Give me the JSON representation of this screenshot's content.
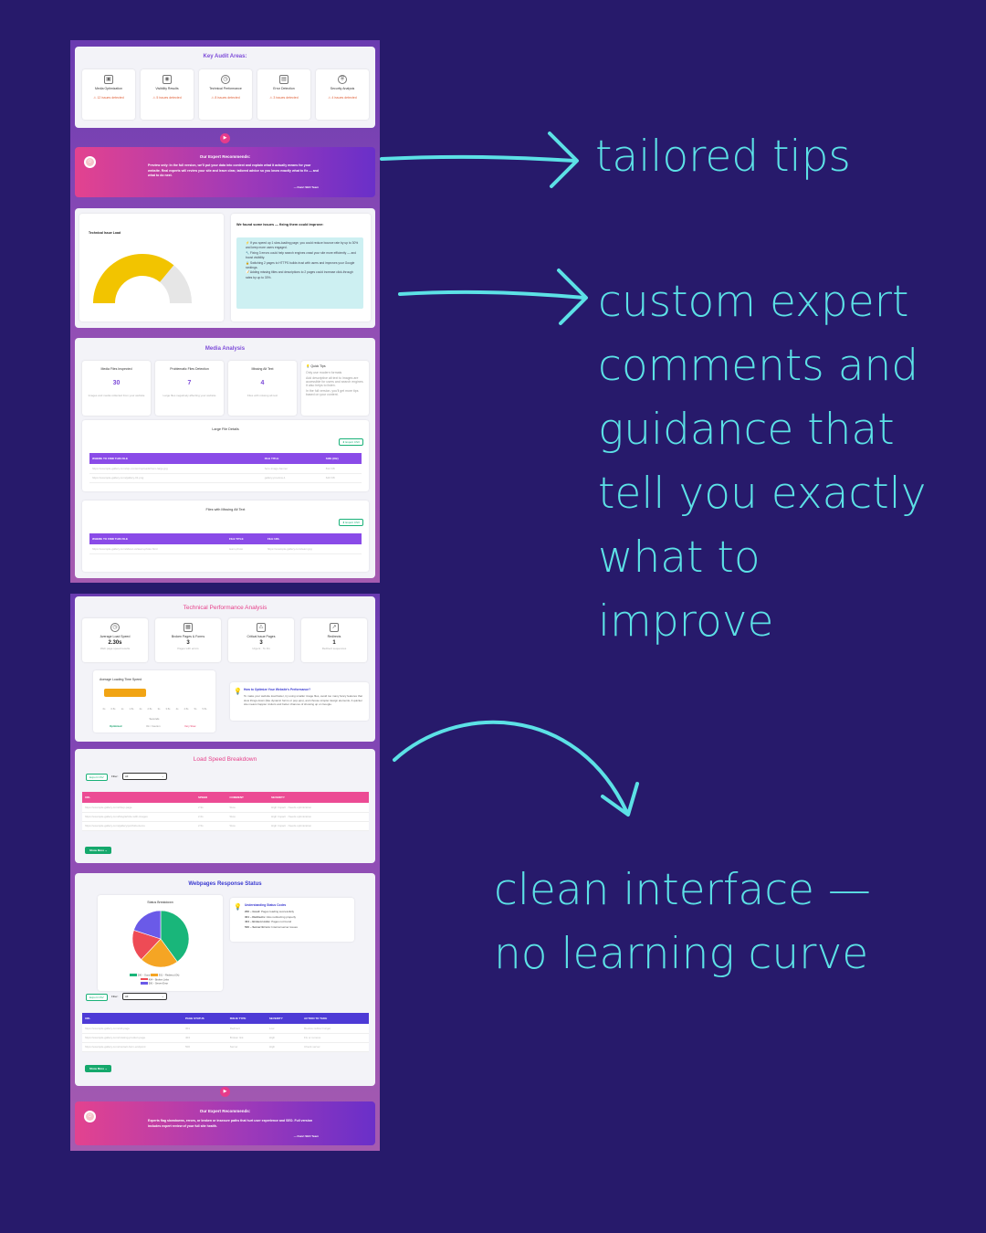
{
  "captions": {
    "tips": "tailored tips",
    "custom": [
      "custom expert",
      "comments and",
      "guidance that",
      "tell you exactly",
      "what to",
      "improve"
    ],
    "clean": [
      "clean interface —",
      "no learning curve"
    ]
  },
  "colors": {
    "background": "#271a6b",
    "caption": "#5ce1e6",
    "accent_purple": "#7d4bd8",
    "accent_pink": "#e6408a"
  },
  "audit": {
    "title": "Key Audit Areas:",
    "items": [
      {
        "icon": "image-icon",
        "label": "Media Optimization",
        "warn": "⚠ 12 issues detected"
      },
      {
        "icon": "eye-icon",
        "label": "Visibility Results",
        "warn": "⚠ 5 issues detected"
      },
      {
        "icon": "gauge-icon",
        "label": "Technical Performance",
        "warn": "⚠ 8 issues detected"
      },
      {
        "icon": "bug-icon",
        "label": "Error Detection",
        "warn": "⚠ 3 issues detected"
      },
      {
        "icon": "shield-icon",
        "label": "Security Analysis",
        "warn": "⚠ 4 issues detected"
      }
    ]
  },
  "rec1": {
    "title": "Our Expert Recommends:",
    "body": "Preview only: In the full version, we'll put your data into context and explain what it actually means for your website. Real experts will review your site and leave clear, tailored advice so you know exactly what to fix — and what to do next.",
    "sig": "— Dunri SEO Team"
  },
  "issue_load": {
    "gauge_label": "Technical Issue Load",
    "gauge_fraction": 0.72,
    "heading": "We found some issues — fixing them could improve:",
    "items": [
      "⚡ If you speed up 1 slow-loading page, you could reduce bounce rate by up to 30% and keep more users engaged.",
      "🔧 Fixing 3 errors could help search engines crawl your site more efficiently — and boost visibility.",
      "🔒 Switching 2 pages to HTTPS builds trust with users and improves your Google rankings.",
      "📝 Adding missing titles and descriptions to 2 pages could increase click-through rates by up to 30%."
    ]
  },
  "media": {
    "title": "Media Analysis",
    "stats": [
      {
        "label": "Media Files Inspected",
        "value": "30",
        "sub": "Images and media collected from your website"
      },
      {
        "label": "Problematic Files Detection",
        "value": "7",
        "sub": "Large files negatively affecting your website"
      },
      {
        "label": "Missing Alt Text",
        "value": "4",
        "sub": "Files with missing alt text"
      }
    ],
    "tips_title": "💡 Quick Tips",
    "tips": [
      "Only use modern formats",
      "Add descriptive alt text to images are accessible for users and search engines. It also helps to listen.",
      "In the full version, you'll get more tips based on your content."
    ],
    "large_title": "Large File Details",
    "export": "⬇ Export CSV",
    "large_cols": [
      "WHERE TO FIND THIS FILE",
      "FILE TITLE",
      "SIZE (KB)"
    ],
    "large_rows": [
      [
        "https://example-gallery.com/wp-content/uploads/hero-large.jpg",
        "hero-image-banner",
        "812 KB"
      ],
      [
        "https://example-gallery.com/gallery-01.png",
        "gallery-preview-1",
        "640 KB"
      ]
    ],
    "alt_title": "Files with Missing Alt Text",
    "export2": "⬇ Export CSV",
    "alt_cols": [
      "WHERE TO FIND THIS FILE",
      "FILE TITLE",
      "FILE URL"
    ],
    "alt_rows": [
      [
        "https://example-gallery.com/about-us/team-photo.html",
        "team-photo",
        "https://example-gallery.com/team.jpg"
      ]
    ]
  },
  "tech": {
    "title": "Technical Performance Analysis",
    "stats": [
      {
        "icon": "gauge-icon",
        "label": "Average Load Speed",
        "value": "2.30s",
        "sub": "Web page speed results"
      },
      {
        "icon": "table-icon",
        "label": "Broken Pages & Forms",
        "value": "3",
        "sub": "Pages with errors"
      },
      {
        "icon": "warning-page-icon",
        "label": "Critical Issue Pages",
        "value": "3",
        "sub": "Urgent · To Fix"
      },
      {
        "icon": "redirect-icon",
        "label": "Redirects",
        "value": "1",
        "sub": "Redirect sequences"
      }
    ],
    "chart_title": "Average Loading Time Speed",
    "axis_label": "Seconds",
    "legend": [
      "Optimized",
      "Ok / Caution",
      "Very Slow"
    ],
    "tip_title": "How to Optimize Your Website's Performance?",
    "tip_body": "To make your website load faster, try using smaller image files, avoid too many fancy features that slow things down (like dynamic forms or pop-ups), and choose simpler design elements. A quicker site means happier visitors and better chances of showing up on Google."
  },
  "chart_data": {
    "type": "bar",
    "categories": [
      "Average"
    ],
    "values": [
      2.3
    ],
    "title": "Average Loading Time Speed",
    "xlabel": "Seconds",
    "xlim": [
      0,
      5.5
    ],
    "orientation": "horizontal"
  },
  "loadspeed": {
    "title": "Load Speed Breakdown",
    "export": "Export CSV",
    "filter_label": "Filter:",
    "filter_value": "All",
    "cols": [
      "URL",
      "SPEED",
      "COMMENT",
      "SEVERITY"
    ],
    "rows": [
      [
        "https://example-gallery.com/shop-page",
        "2.9s",
        "Slow",
        "High Impact · Needs optimization"
      ],
      [
        "https://example-gallery.com/blog/article-with-images",
        "2.6s",
        "Slow",
        "High Impact · Needs optimization"
      ],
      [
        "https://example-gallery.com/gallery/portfolio-items",
        "2.5s",
        "Slow",
        "High Impact · Needs optimization"
      ]
    ],
    "show_more": "Show More ⌄"
  },
  "status": {
    "title": "Webpages Response Status",
    "chart_title": "Status Breakdown",
    "legend": [
      "200 – Good",
      "301 – Redirect (Ok)",
      "404 – Broken Links",
      "500 – Server Error"
    ],
    "info_title": "Understanding Status Codes",
    "codes": [
      {
        "code": "200 – Good:",
        "desc": "Pages loading successfully"
      },
      {
        "code": "301 – Redirects:",
        "desc": "Also redirecting properly"
      },
      {
        "code": "404 – Broken Links:",
        "desc": "Pages not found"
      },
      {
        "code": "500 – Server Errors:",
        "desc": "Internal server issues"
      }
    ],
    "export": "Export CSV",
    "filter_label": "Filter:",
    "filter_value": "All",
    "cols": [
      "URL",
      "PAGE STATUS",
      "ISSUE TYPE",
      "SEVERITY",
      "ACTION TO TAKE"
    ],
    "rows": [
      [
        "https://example-gallery.com/old-page",
        "301",
        "Redirect",
        "Low",
        "Review redirect target"
      ],
      [
        "https://example-gallery.com/missing-product-page",
        "404",
        "Broken link",
        "High",
        "Fix or remove"
      ],
      [
        "https://example-gallery.com/contact-form-endpoint",
        "500",
        "Server",
        "High",
        "Check server"
      ]
    ],
    "show_more": "Show More ⌄"
  },
  "pie_data": [
    {
      "name": "200",
      "value": 40,
      "color": "#19b67a"
    },
    {
      "name": "301",
      "value": 22,
      "color": "#f5a524"
    },
    {
      "name": "404",
      "value": 18,
      "color": "#ee4b55"
    },
    {
      "name": "500",
      "value": 20,
      "color": "#6a5ae8"
    }
  ],
  "rec2": {
    "title": "Our Expert Recommends:",
    "body": "Experts flag slowdowns, errors, or broken or insecure paths that hurt user experience and SEO. Full version includes expert review of your full site health.",
    "sig": "— Dunri SEO Team"
  }
}
